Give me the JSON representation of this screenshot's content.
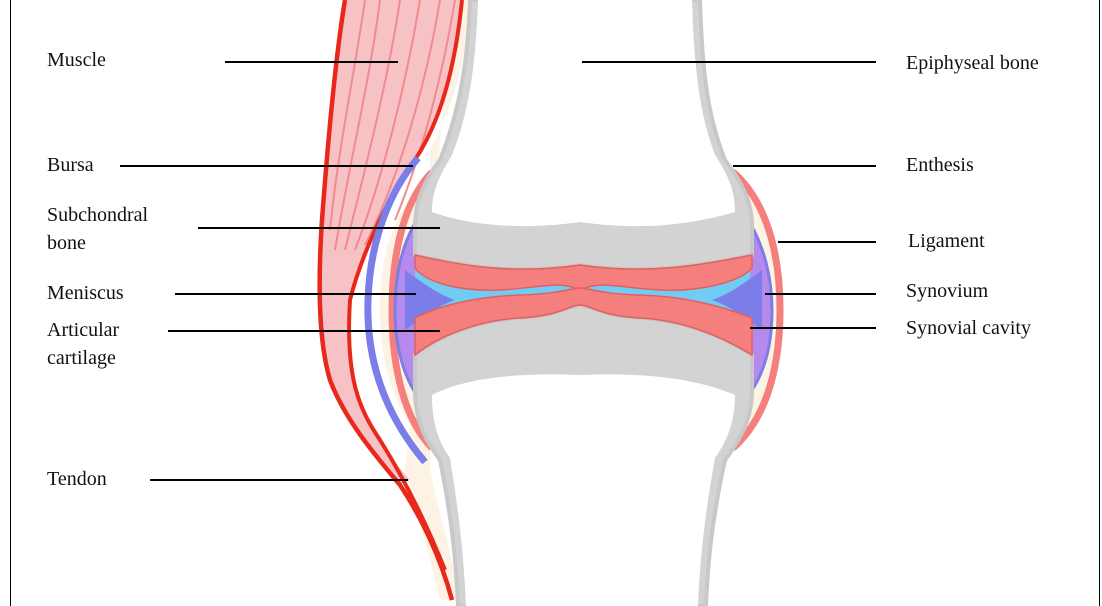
{
  "labels": {
    "muscle": "Muscle",
    "bursa": "Bursa",
    "subchondral_1": "Subchondral",
    "subchondral_2": "bone",
    "meniscus": "Meniscus",
    "articular_1": "Articular",
    "articular_2": "cartilage",
    "tendon": "Tendon",
    "epiphyseal": "Epiphyseal bone",
    "enthesis": "Enthesis",
    "ligament": "Ligament",
    "synovium": "Synovium",
    "synovial_cavity": "Synovial cavity"
  },
  "colors": {
    "bone_fill": "#ffffff",
    "bone_outline": "#c8c8c8",
    "subchondral": "#d3d3d3",
    "cartilage": "#f47f7c",
    "cartilage_edge": "#e06060",
    "synovial_fluid": "#72cbf2",
    "synovium": "#7b7de8",
    "synovium_light": "#b58aec",
    "capsule": "#fdf3e4",
    "ligament": "#f47f7c",
    "muscle_fill": "#f7c2c6",
    "muscle_line": "#f08a8f",
    "muscle_outline": "#e8281a",
    "leader": "#000000"
  }
}
